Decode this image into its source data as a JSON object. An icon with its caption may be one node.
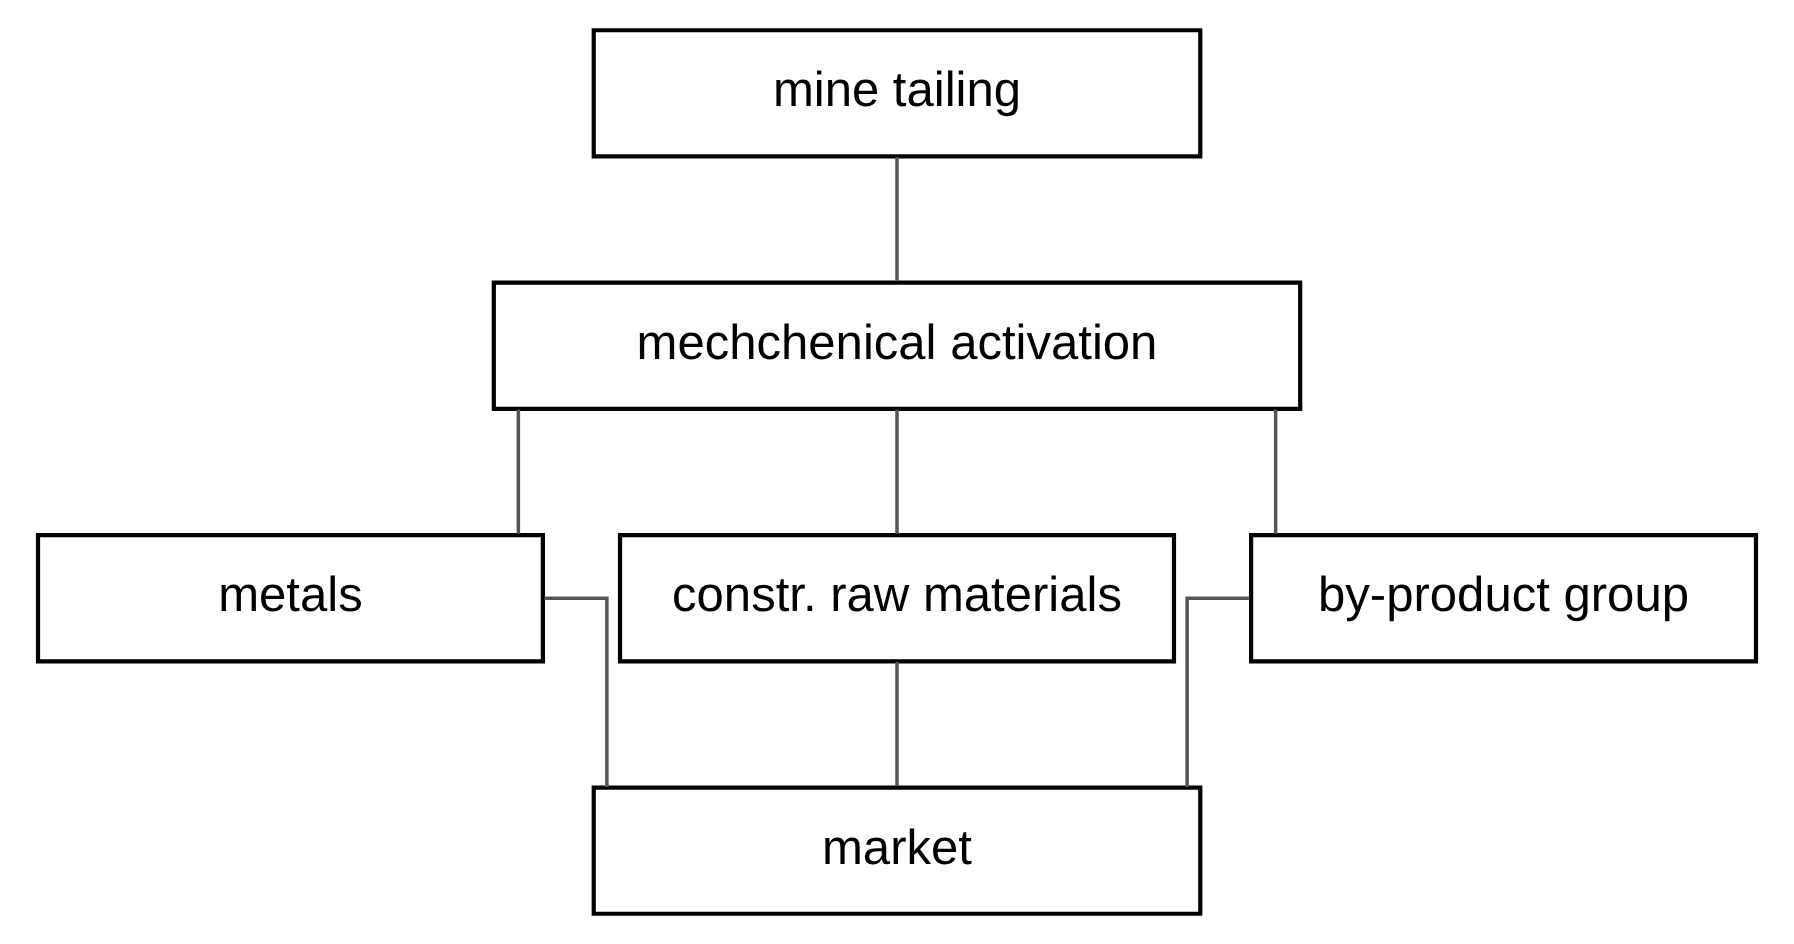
{
  "diagram": {
    "nodes": [
      {
        "text": [
          "mine tailing"
        ]
      },
      {
        "text": [
          "mechchenical activation"
        ]
      },
      {
        "text": [
          "metals"
        ]
      },
      {
        "text": [
          "constr. raw materials"
        ]
      },
      {
        "text": [
          "by-product group"
        ]
      },
      {
        "text": [
          "market"
        ]
      }
    ],
    "edges": [
      {
        "from": 0,
        "to": 1,
        "arrow": "none"
      },
      {
        "from": 1,
        "to": 2,
        "arrow": "none"
      },
      {
        "from": 1,
        "to": 3,
        "arrow": "none"
      },
      {
        "from": 1,
        "to": 4,
        "arrow": "none"
      },
      {
        "from": 2,
        "to": 5,
        "arrow": "none"
      },
      {
        "from": 3,
        "to": 5,
        "arrow": "none"
      },
      {
        "from": 4,
        "to": 5,
        "arrow": "none"
      }
    ]
  }
}
